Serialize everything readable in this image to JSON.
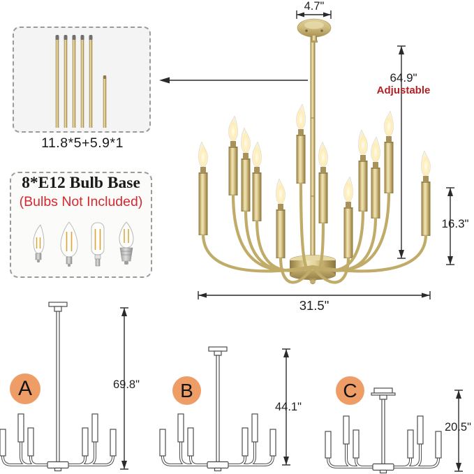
{
  "annotations": {
    "canopy_width": "4.7\"",
    "adjustable_height": "64.9\"",
    "adjustable_label": "Adjustable",
    "candle_height": "16.3\"",
    "fixture_width": "31.5\"",
    "rods_label": "11.8*5+5.9*1"
  },
  "bulb_box": {
    "title": "8*E12 Bulb Base",
    "subtitle": "(Bulbs Not Included)",
    "bulbs": [
      "flame-tip-candelabra-bulb-icon",
      "torpedo-candle-bulb-icon",
      "tubular-bulb-icon",
      "candle-bulb-metal-base-icon"
    ]
  },
  "configurations": [
    {
      "label": "A",
      "height": "69.8\""
    },
    {
      "label": "B",
      "height": "44.1\""
    },
    {
      "label": "C",
      "height": "20.5\""
    }
  ],
  "colors": {
    "gold": "#c9b273",
    "adjustable_red": "#b32025",
    "not_included_red": "#d7282f",
    "badge_orange": "#ef9d66",
    "dimension_line": "#2a2a2a"
  }
}
